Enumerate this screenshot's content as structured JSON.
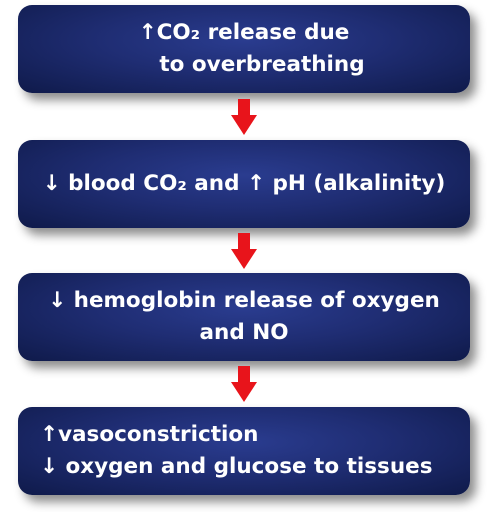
{
  "steps": [
    {
      "lines": [
        "↑CO₂ release due",
        "to overbreathing"
      ]
    },
    {
      "lines": [
        "↓ blood CO₂ and ↑ pH (alkalinity)"
      ]
    },
    {
      "lines": [
        "↓ hemoglobin release of oxygen",
        "and NO"
      ]
    },
    {
      "lines": [
        "↑vasoconstriction",
        "↓ oxygen and glucose to tissues"
      ]
    }
  ],
  "colors": {
    "box": "#1f2d73",
    "text": "#ffffff",
    "arrow": "#e8141b"
  }
}
